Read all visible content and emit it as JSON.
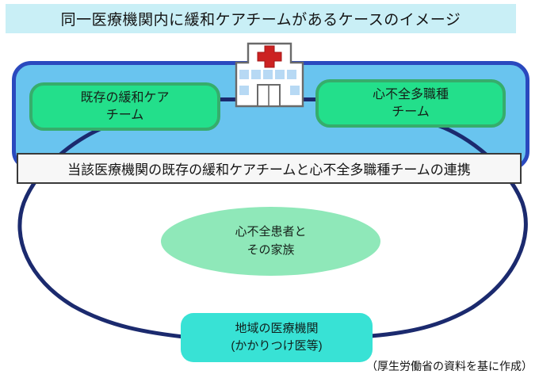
{
  "title": {
    "text": "同一医療機関内に緩和ケアチームがあるケースのイメージ"
  },
  "hospital_unit": {
    "palliative_team": {
      "line1": "既存の緩和ケア",
      "line2": "チーム"
    },
    "heart_failure_team": {
      "line1": "心不全多職種",
      "line2": "チーム"
    },
    "hospital_icon": "hospital-building-with-red-cross"
  },
  "collaboration_banner": {
    "text": "当該医療機関の既存の緩和ケアチームと心不全多職種チームの連携"
  },
  "patient_ellipse": {
    "line1": "心不全患者と",
    "line2": "その家族"
  },
  "regional_box": {
    "line1": "地域の医療機関",
    "line2": "(かかりつけ医等)"
  },
  "credit": {
    "text": "（厚生労働省の資料を基に作成）"
  },
  "colors": {
    "title_banner_bg": "#c9eff6",
    "container_fill": "#69c4ef",
    "container_border": "#2a49be",
    "team_box_fill": "#23df8b",
    "team_box_border": "#36ad6c",
    "collab_banner_bg": "#f7f7f7",
    "collab_banner_border": "#3a3a3a",
    "patient_ellipse_fill": "#8fe8b9",
    "regional_box_fill": "#38e2d5",
    "link_curve_stroke": "#1b2a6e",
    "hospital_cross_red": "#cc2222",
    "hospital_window_blue": "#b7d9f4",
    "text_dark": "#1b1b1b"
  }
}
